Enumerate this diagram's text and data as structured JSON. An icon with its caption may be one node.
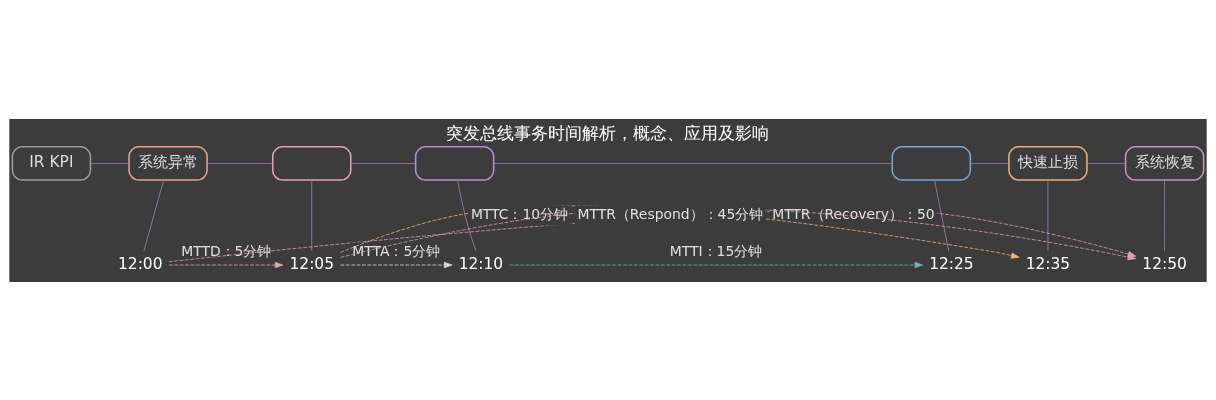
{
  "diagram": {
    "title": "突发总线事务时间解析，概念、应用及影响",
    "nodes": [
      {
        "text": [
          "IR KPI"
        ]
      },
      {
        "text": [
          "系统异常"
        ]
      },
      {
        "text": [],
        "shape": "box"
      },
      {
        "text": [],
        "shape": "box"
      },
      {
        "text": [],
        "shape": "box"
      },
      {
        "text": [
          "快速止损"
        ]
      },
      {
        "text": [
          "系统恢复"
        ]
      },
      {
        "text": [
          "12:00"
        ]
      },
      {
        "text": [
          "12:05"
        ]
      },
      {
        "text": [
          "12:10"
        ]
      },
      {
        "text": [
          "12:25"
        ]
      },
      {
        "text": [
          "12:35"
        ]
      },
      {
        "text": [
          "12:50"
        ]
      }
    ],
    "edges": [
      {
        "from": 0,
        "to": 1,
        "arrow": "none"
      },
      {
        "from": 1,
        "to": 2,
        "arrow": "none"
      },
      {
        "from": 2,
        "to": 3,
        "arrow": "none"
      },
      {
        "from": 3,
        "to": 4,
        "arrow": "none"
      },
      {
        "from": 4,
        "to": 5,
        "arrow": "none"
      },
      {
        "from": 5,
        "to": 6,
        "arrow": "none"
      },
      {
        "from": 1,
        "to": 7,
        "arrow": "none"
      },
      {
        "from": 2,
        "to": 8,
        "arrow": "none"
      },
      {
        "from": 3,
        "to": 9,
        "arrow": "none"
      },
      {
        "from": 4,
        "to": 10,
        "arrow": "none"
      },
      {
        "from": 5,
        "to": 11,
        "arrow": "none"
      },
      {
        "from": 6,
        "to": 12,
        "arrow": "none"
      },
      {
        "from": 7,
        "to": 8,
        "arrow": "to",
        "label": "MTTD：5分钟",
        "style": "dashed",
        "color": "#e0a8a0"
      },
      {
        "from": 8,
        "to": 9,
        "arrow": "to",
        "label": "MTTA：5分钟",
        "style": "dashed",
        "color": "#d8d8d8"
      },
      {
        "from": 9,
        "to": 10,
        "arrow": "to",
        "label": "MTTI：15分钟",
        "style": "dashed",
        "color": "#6fb0b0"
      },
      {
        "from": 8,
        "to": 11,
        "arrow": "to",
        "label": "MTTC：10分钟",
        "style": "dashed",
        "color": "#e8b870"
      },
      {
        "from": 7,
        "to": 12,
        "arrow": "to",
        "label": "MTTR（Recovery）：50",
        "style": "dashed",
        "color": "#d8a0b8"
      },
      {
        "from": 8,
        "to": 12,
        "arrow": "to",
        "label": "MTTR（Respond）：45分钟",
        "style": "dashed",
        "color": "#d8a0b8"
      }
    ]
  }
}
